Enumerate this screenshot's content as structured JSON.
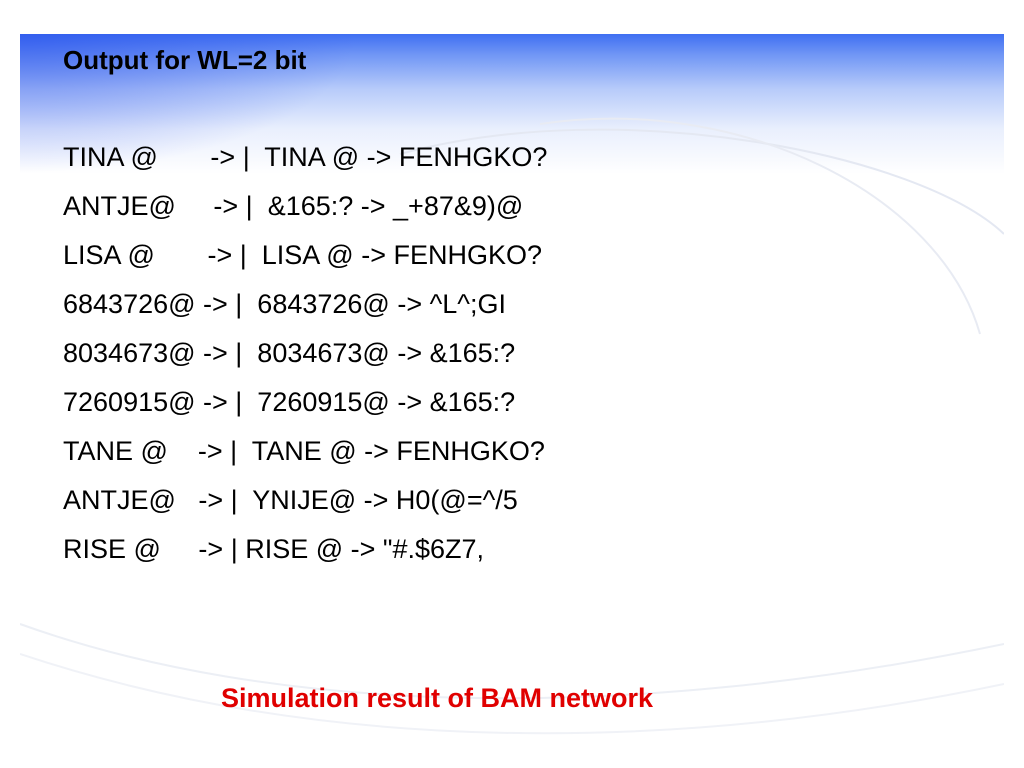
{
  "slide": {
    "title": "Output for WL=2 bit",
    "rows": [
      "TINA @       -> |  TINA @ -> FENHGKO?",
      "ANTJE@     -> |  &165:? -> _+87&9)@",
      "LISA @       -> |  LISA @ -> FENHGKO?",
      "6843726@ -> |  6843726@ -> ^L^;GI",
      "8034673@ -> |  8034673@ -> &165:?",
      "7260915@ -> |  7260915@ -> &165:?",
      "TANE @    -> |  TANE @ -> FENHGKO?",
      "ANTJE@   -> |  YNIJE@ -> H0(@=^/5",
      "RISE @     -> | RISE @ -> \"#.$6Z7,"
    ],
    "caption": "Simulation result of BAM network",
    "colors": {
      "text": "#000000",
      "caption": "#e00000",
      "accent": "#3f6ff2"
    }
  }
}
